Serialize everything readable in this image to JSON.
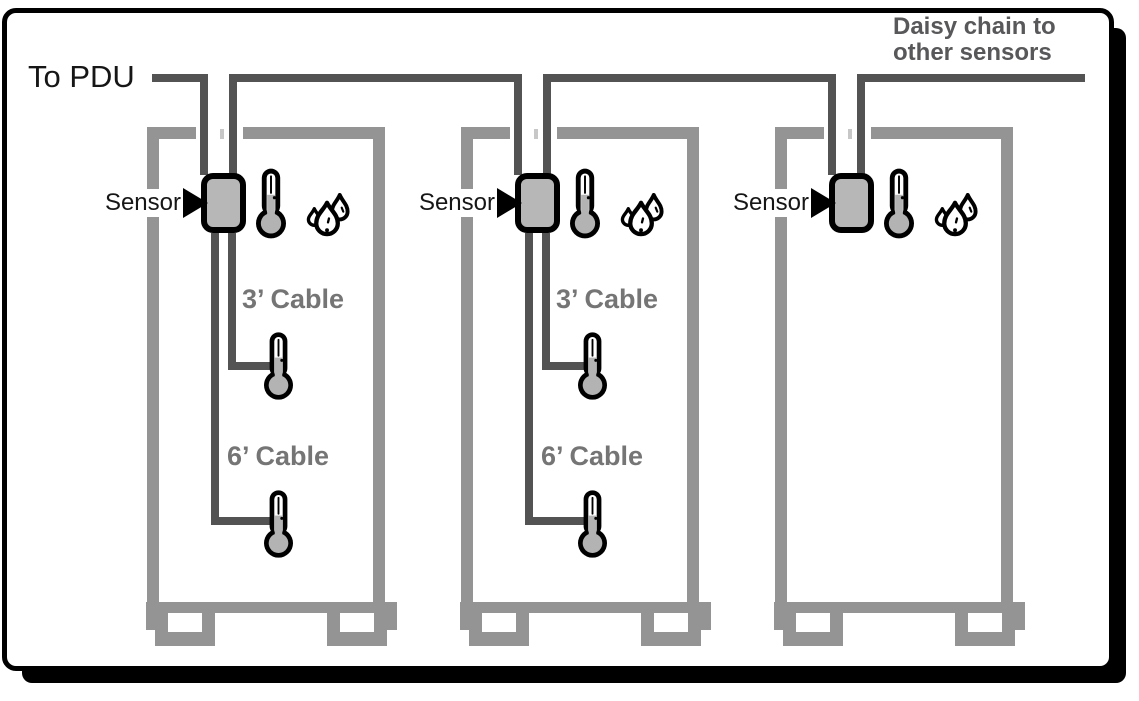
{
  "diagram": {
    "pdu_label": "To PDU",
    "daisy_note": {
      "line1": "Daisy chain to",
      "line2": "other sensors"
    },
    "racks": [
      {
        "name": "rack-1",
        "sensor_label": "Sensor",
        "sensor_icons": [
          "thermometer-icon",
          "humidity-icon"
        ],
        "probe_labels": {
          "cable3": "3’ Cable",
          "cable6": "6’ Cable"
        },
        "probes": [
          "3ft-temperature-probe",
          "6ft-temperature-probe"
        ]
      },
      {
        "name": "rack-2",
        "sensor_label": "Sensor",
        "sensor_icons": [
          "thermometer-icon",
          "humidity-icon"
        ],
        "probe_labels": {
          "cable3": "3’ Cable",
          "cable6": "6’ Cable"
        },
        "probes": [
          "3ft-temperature-probe",
          "6ft-temperature-probe"
        ]
      },
      {
        "name": "rack-3",
        "sensor_label": "Sensor",
        "sensor_icons": [
          "thermometer-icon",
          "humidity-icon"
        ],
        "probe_labels": {},
        "probes": []
      }
    ]
  },
  "colors": {
    "cable": "#535353",
    "rack": "#949494",
    "rack-sliver": "#c7c7c7",
    "sensor-fill": "#b7b7b7",
    "mercury": "#b3b3b3",
    "ink": "#161616",
    "label-gray": "#757575",
    "note-gray": "#58585a"
  }
}
